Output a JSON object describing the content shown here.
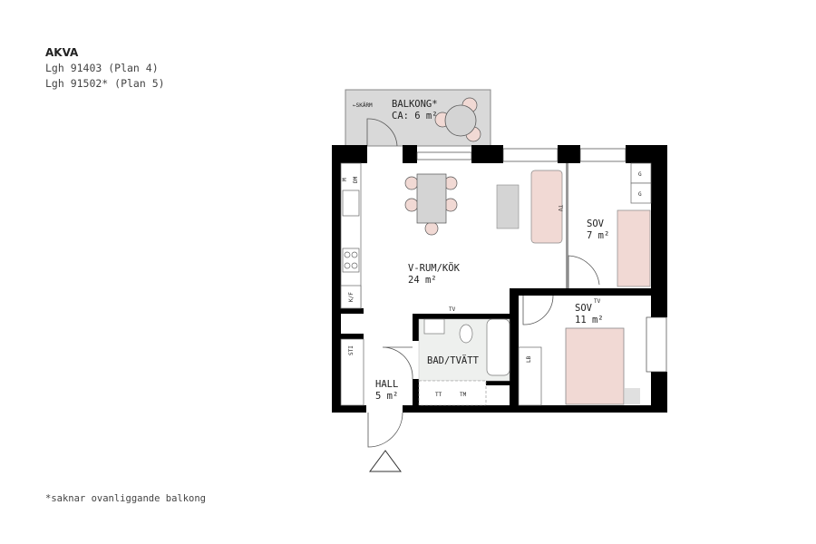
{
  "header": {
    "title": "AKVA",
    "line1": "Lgh 91403 (Plan 4)",
    "line2": "Lgh 91502* (Plan 5)"
  },
  "footnote": "*saknar ovanliggande balkong",
  "rooms": {
    "balcony": {
      "name": "BALKONG*",
      "area": "CA: 6 m²",
      "screen": "←SKÄRM"
    },
    "living": {
      "name": "V-RUM/KÖK",
      "area": "24 m²"
    },
    "bedroom_small": {
      "name": "SOV",
      "area": "7 m²"
    },
    "bedroom_large": {
      "name": "SOV",
      "area": "11 m²"
    },
    "bath": {
      "name": "BAD/TVÄTT"
    },
    "hall": {
      "name": "HALL",
      "area": "5 m²"
    }
  },
  "fixtures": {
    "microwave": "M",
    "dishwasher": "DM",
    "fridge": "K/F",
    "closet": "STI",
    "tv": "TV",
    "wardrobe": "G",
    "linen": "LB",
    "dryer": "TT",
    "washer": "TM"
  },
  "colors": {
    "wall": "#000000",
    "balcony": "#d9d9d9",
    "furniture_pink": "#f1d9d4",
    "furniture_gray": "#d4d4d4"
  }
}
